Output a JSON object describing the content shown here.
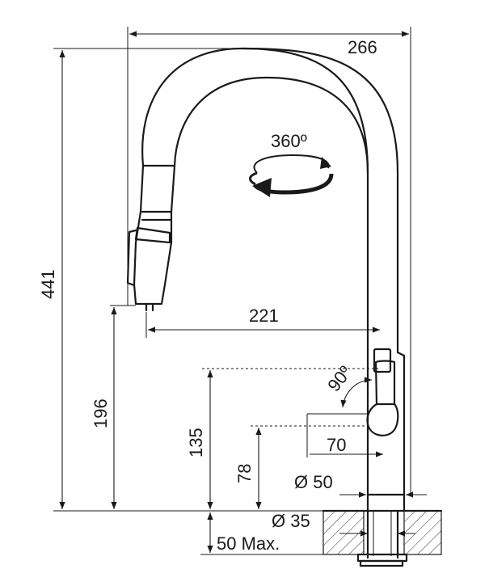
{
  "diagram": {
    "dimensions": {
      "total_width": "266",
      "rotation": "360º",
      "total_height": "441",
      "reach": "221",
      "spout_height": "196",
      "lever_top_height": "135",
      "lever_angle": "90º",
      "lever_reach": "70",
      "lever_center_height": "78",
      "base_diameter": "Ø 50",
      "hole_diameter": "Ø 35",
      "max_counter_thickness": "50 Max."
    },
    "icons": {
      "rotation": "rotation-arrow-icon"
    },
    "colors": {
      "line": "#1a1a1a",
      "background": "#ffffff"
    }
  }
}
